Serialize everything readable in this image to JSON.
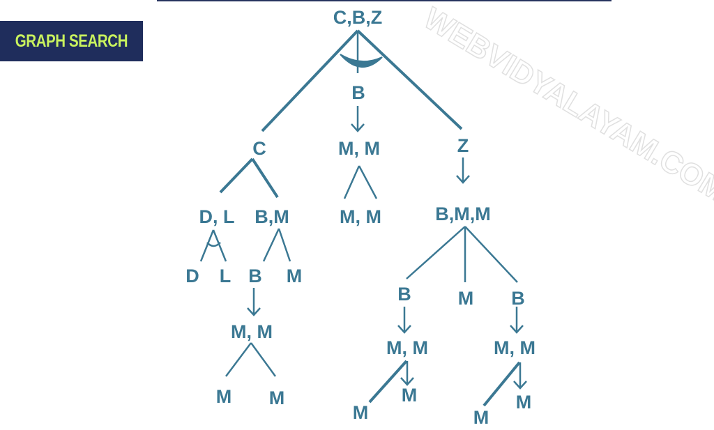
{
  "banner": {
    "title": "GRAPH SEARCH"
  },
  "watermark": "WEBVIDYALAYAM.COM",
  "colors": {
    "node_text": "#3b7893",
    "banner_bg": "#1f2d5c",
    "banner_text": "#c9f25e"
  },
  "nodes": {
    "root": "C,B,Z",
    "b1": "B",
    "mm1": "M, M",
    "mm2": "M, M",
    "c": "C",
    "z": "Z",
    "dl": "D, L",
    "bm": "B,M",
    "d": "D",
    "l": "L",
    "b2": "B",
    "m1": "M",
    "mm3": "M, M",
    "m2": "M",
    "m3": "M",
    "bmm": "B,M,M",
    "b3": "B",
    "m4": "M",
    "b4": "B",
    "mm4": "M, M",
    "mm5": "M, M",
    "m5": "M",
    "m6": "M",
    "m7": "M",
    "m8": "M"
  }
}
